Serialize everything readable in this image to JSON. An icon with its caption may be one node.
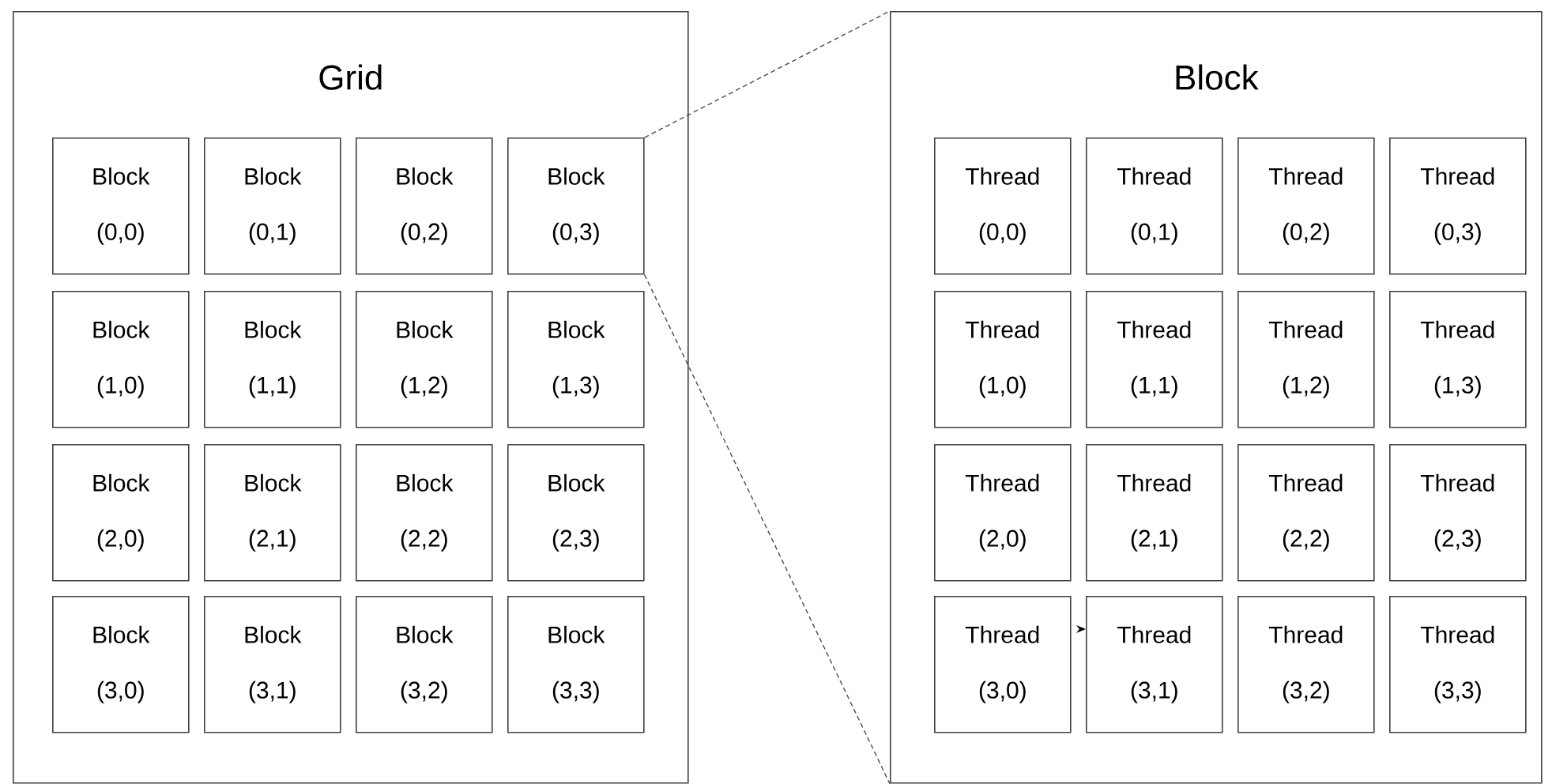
{
  "diagram": {
    "nodes": [
      {
        "text": [
          "Grid"
        ]
      },
      {
        "text": [
          "Block (0,0)"
        ],
        "in": 0
      },
      {
        "text": [
          "Block (0,1)"
        ],
        "in": 0
      },
      {
        "text": [
          "Block (0,2)"
        ],
        "in": 0
      },
      {
        "text": [
          "Block (0,3)"
        ],
        "in": 0
      },
      {
        "text": [
          "Block (1,0)"
        ],
        "in": 0
      },
      {
        "text": [
          "Block (1,1)"
        ],
        "in": 0
      },
      {
        "text": [
          "Block (1,2)"
        ],
        "in": 0
      },
      {
        "text": [
          "Block (1,3)"
        ],
        "in": 0
      },
      {
        "text": [
          "Block (2,0)"
        ],
        "in": 0
      },
      {
        "text": [
          "Block (2,1)"
        ],
        "in": 0
      },
      {
        "text": [
          "Block (2,2)"
        ],
        "in": 0
      },
      {
        "text": [
          "Block (2,3)"
        ],
        "in": 0
      },
      {
        "text": [
          "Block (3,0)"
        ],
        "in": 0
      },
      {
        "text": [
          "Block (3,1)"
        ],
        "in": 0
      },
      {
        "text": [
          "Block (3,2)"
        ],
        "in": 0
      },
      {
        "text": [
          "Block (3,3)"
        ],
        "in": 0
      },
      {
        "text": [
          "Block"
        ]
      },
      {
        "text": [
          "Thread (0,0)"
        ],
        "in": 17
      },
      {
        "text": [
          "Thread (0,1)"
        ],
        "in": 17
      },
      {
        "text": [
          "Thread (0,2)"
        ],
        "in": 17
      },
      {
        "text": [
          "Thread (0,3)"
        ],
        "in": 17
      },
      {
        "text": [
          "Thread (1,0)"
        ],
        "in": 17
      },
      {
        "text": [
          "Thread (1,1)"
        ],
        "in": 17
      },
      {
        "text": [
          "Thread (1,2)"
        ],
        "in": 17
      },
      {
        "text": [
          "Thread (1,3)"
        ],
        "in": 17
      },
      {
        "text": [
          "Thread (2,0)"
        ],
        "in": 17
      },
      {
        "text": [
          "Thread (2,1)"
        ],
        "in": 17
      },
      {
        "text": [
          "Thread (2,2)"
        ],
        "in": 17
      },
      {
        "text": [
          "Thread (2,3)"
        ],
        "in": 17
      },
      {
        "text": [
          "Thread (3,0)"
        ],
        "in": 17
      },
      {
        "text": [
          "Thread (3,1)"
        ],
        "in": 17
      },
      {
        "text": [
          "Thread (3,2)"
        ],
        "in": 17
      },
      {
        "text": [
          "Thread (3,3)"
        ],
        "in": 17
      }
    ],
    "edges": [
      {
        "from": 4,
        "to": 17,
        "arrow": "none",
        "style": "dashed"
      },
      {
        "from": 4,
        "to": 17,
        "arrow": "none",
        "style": "dashed"
      },
      {
        "from": null,
        "to": 31,
        "arrow": "to"
      }
    ]
  }
}
